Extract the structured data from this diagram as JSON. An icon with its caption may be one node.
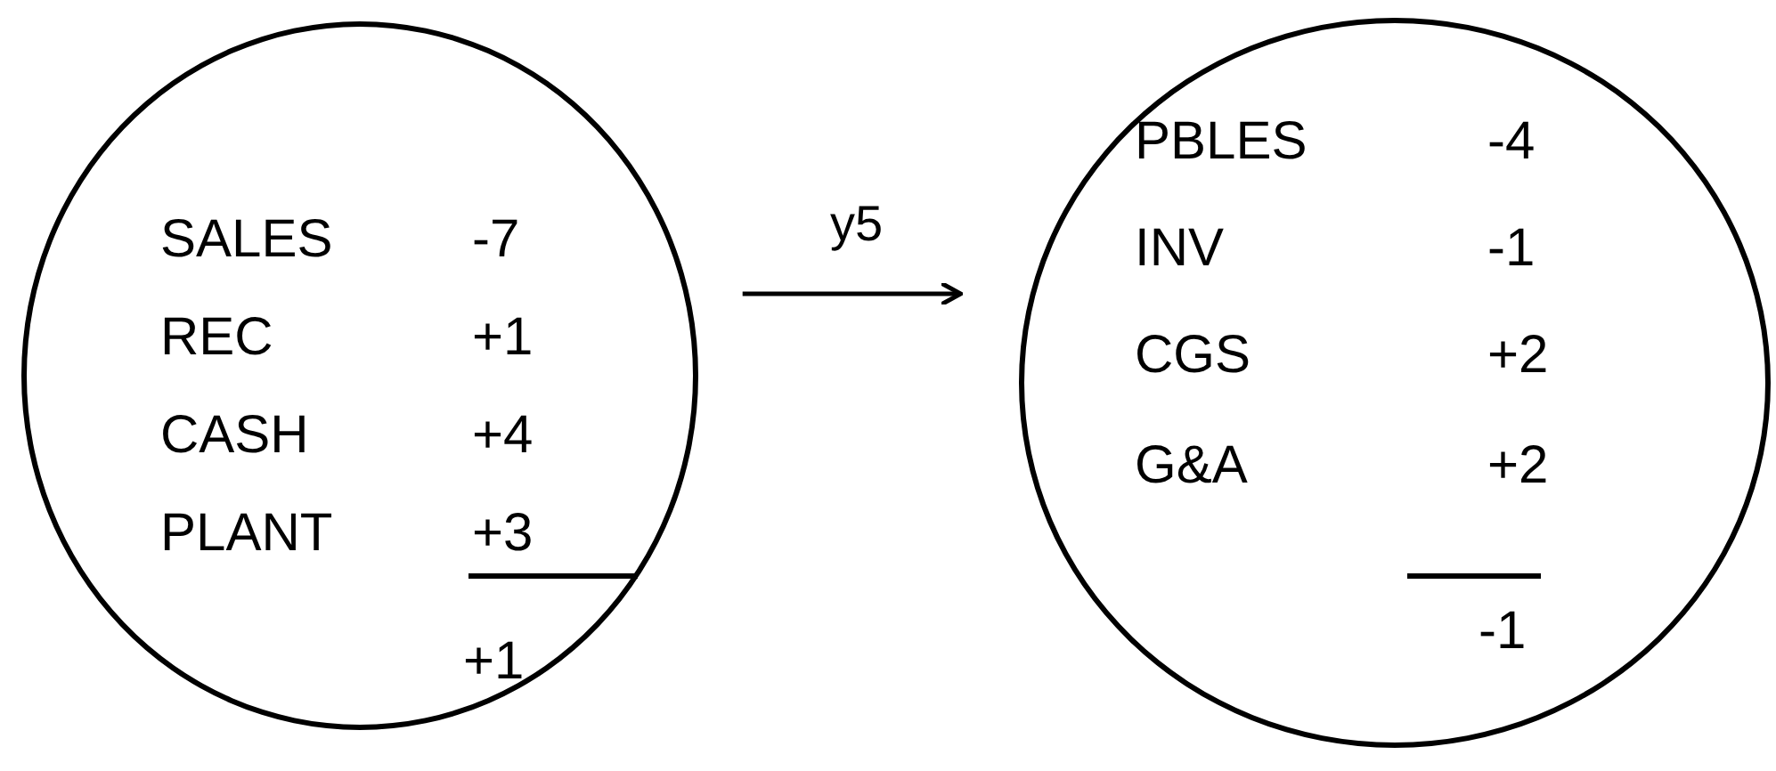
{
  "diagram": {
    "nodes": [
      {
        "text": [
          "SALES",
          "-7",
          "REC",
          "+1",
          "CASH",
          "+4",
          "PLANT",
          "+3",
          "+1"
        ]
      },
      {
        "text": [
          "PBLES",
          "-4",
          "INV",
          "-1",
          "CGS",
          "+2",
          "G&A",
          "+2",
          "-1"
        ]
      }
    ],
    "edges": [
      {
        "from": 0,
        "to": 1,
        "arrow": "to",
        "label": "y5"
      }
    ]
  }
}
